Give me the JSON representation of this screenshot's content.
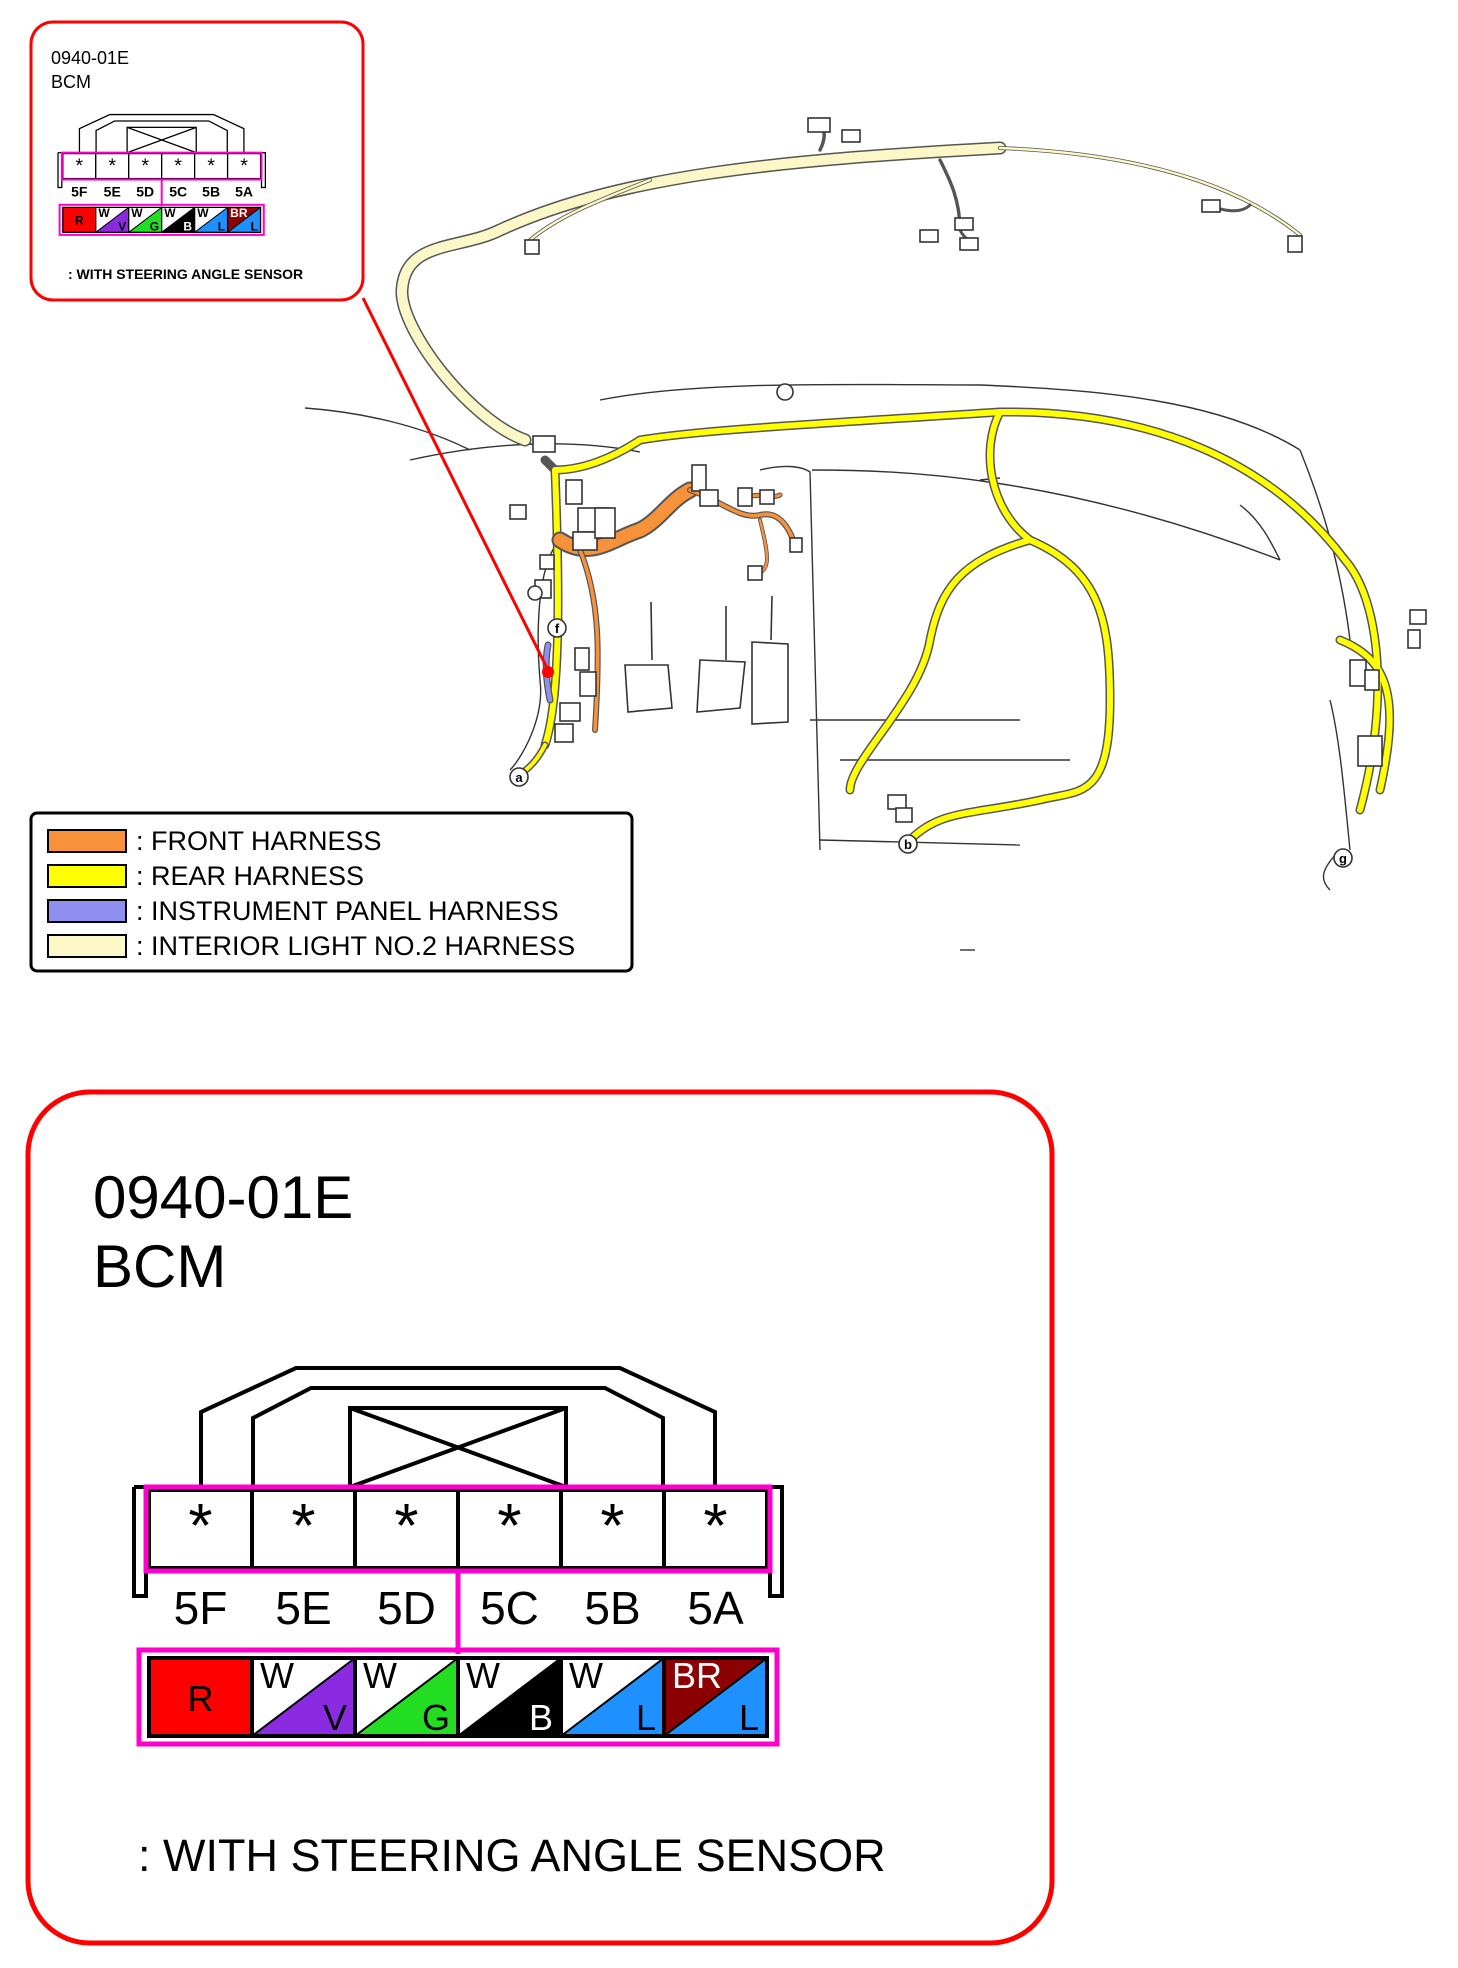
{
  "connector": {
    "code": "0940-01E",
    "name": "BCM",
    "terminals": [
      {
        "id": "5F",
        "mark": "*"
      },
      {
        "id": "5E",
        "mark": "*"
      },
      {
        "id": "5D",
        "mark": "*"
      },
      {
        "id": "5C",
        "mark": "*"
      },
      {
        "id": "5B",
        "mark": "*"
      },
      {
        "id": "5A",
        "mark": "*"
      }
    ],
    "wires": [
      {
        "top": "R",
        "bottom": "",
        "top_color": "#ff0000",
        "bottom_color": "#ff0000"
      },
      {
        "top": "W",
        "bottom": "V",
        "top_color": "#ffffff",
        "bottom_color": "#8a2be2"
      },
      {
        "top": "W",
        "bottom": "G",
        "top_color": "#ffffff",
        "bottom_color": "#22dd22"
      },
      {
        "top": "W",
        "bottom": "B",
        "top_color": "#ffffff",
        "bottom_color": "#000000"
      },
      {
        "top": "W",
        "bottom": "L",
        "top_color": "#ffffff",
        "bottom_color": "#1e90ff"
      },
      {
        "top": "BR",
        "bottom": "L",
        "top_color": "#8b0000",
        "bottom_color": "#1e90ff"
      }
    ],
    "note": ": WITH STEERING ANGLE SENSOR"
  },
  "legend": [
    {
      "label": ": FRONT HARNESS",
      "color": "#f7913a"
    },
    {
      "label": ": REAR HARNESS",
      "color": "#ffff00"
    },
    {
      "label": ": INSTRUMENT PANEL HARNESS",
      "color": "#8f8ff0"
    },
    {
      "label": ": INTERIOR LIGHT NO.2 HARNESS",
      "color": "#fbf7c6"
    }
  ],
  "ground_points": [
    "a",
    "b",
    "f",
    "g"
  ],
  "colors": {
    "callout_border": "#ff0000",
    "highlight": "#ff00cc"
  }
}
